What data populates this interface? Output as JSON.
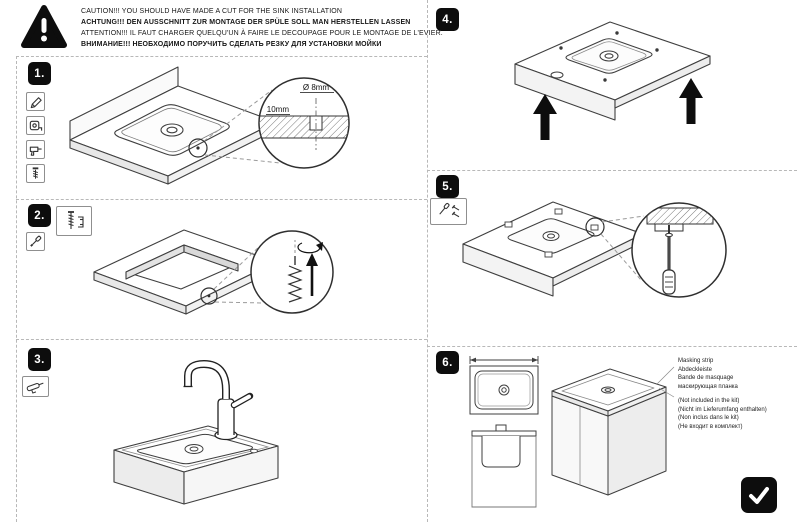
{
  "document": {
    "type": "sink-installation-instruction-sheet"
  },
  "header": {
    "warning_icon": "exclamation-triangle",
    "warnings": [
      "CAUTION!!! YOU SHOULD HAVE MADE A CUT FOR THE SINK INSTALLATION",
      "ACHTUNG!!! DEN AUSSCHNITT ZUR MONTAGE DER SPÜLE SOLL MAN HERSTELLEN LASSEN",
      "ATTENTION!!! IL FAUT CHARGER QUELQU'UN À FAIRE LE DECOUPAGE POUR LE MONTAGE DE L'EVIER.",
      "ВНИМАНИЕ!!! НЕОБХОДИМО ПОРУЧИТЬ СДЕЛАТЬ РЕЗКУ ДЛЯ УСТАНОВКИ МОЙКИ"
    ]
  },
  "steps": {
    "one": {
      "label": "1.",
      "tools": [
        "pencil",
        "tape-measure",
        "drill",
        "screw"
      ],
      "callout": {
        "hole_diameter": "Ø 8mm",
        "hole_depth": "10mm"
      }
    },
    "two": {
      "label": "2.",
      "tools": [
        "fastening-screw",
        "screwdriver"
      ]
    },
    "three": {
      "label": "3.",
      "tools": [
        "sealant-gun"
      ]
    },
    "four": {
      "label": "4."
    },
    "five": {
      "label": "5.",
      "tools": [
        "screwdriver-and-screws"
      ]
    },
    "six": {
      "label": "6.",
      "masking_strip_labels": [
        "Masking strip",
        "Abdeckleiste",
        "Bande de masquage",
        "маскирующая планка"
      ],
      "not_included_notes": [
        "(Not included in the kit)",
        "(Nicht im Lieferumfang enthalten)",
        "(Non inclus dans le kit)",
        "(Не входит в комплект)"
      ]
    }
  },
  "footer": {
    "done_icon": "checkmark"
  },
  "colors": {
    "ink": "#161616",
    "line": "#3f3f3f",
    "dash": "#b8b8b8",
    "badge_bg": "#0d0d0d"
  }
}
